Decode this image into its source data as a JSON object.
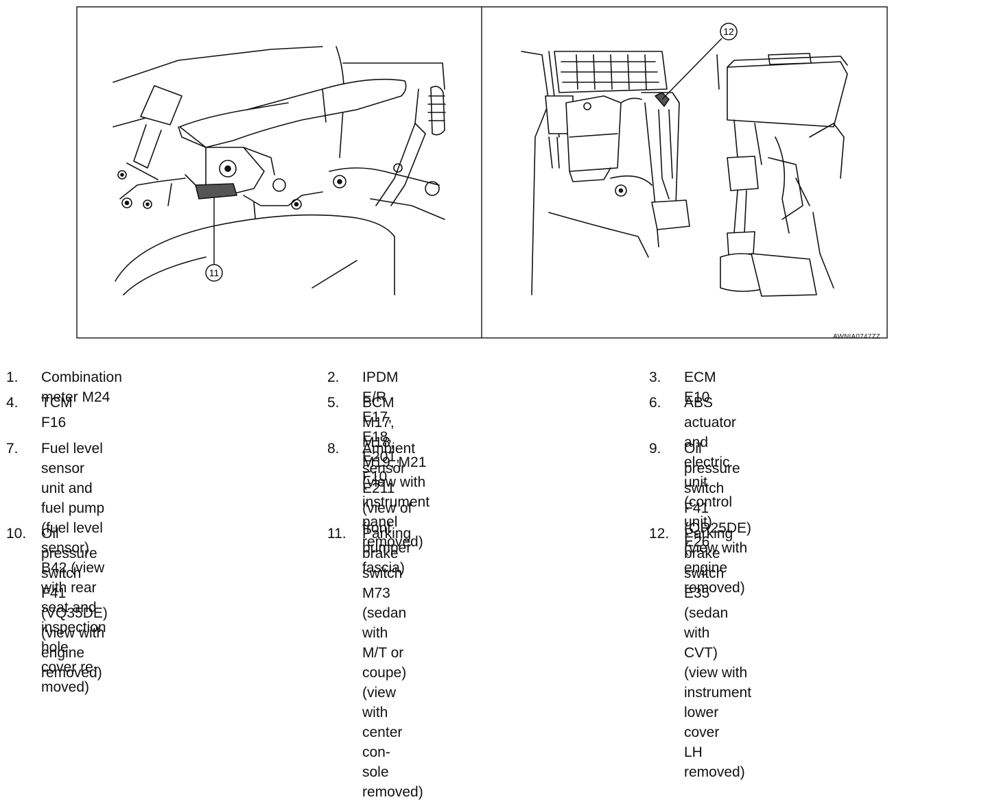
{
  "figure": {
    "reference_code": "AWNIA0747ZZ",
    "callouts": [
      "11",
      "12"
    ]
  },
  "legend": [
    {
      "num": "1.",
      "text": "Combination meter M24"
    },
    {
      "num": "2.",
      "text": "IPDM E/R E17, E18, E201, F10"
    },
    {
      "num": "3.",
      "text": "ECM E10"
    },
    {
      "num": "4.",
      "text": "TCM F16"
    },
    {
      "num": "5.",
      "text": "BCM M17, M18, M19, M21 (view with\ninstrument panel removed)"
    },
    {
      "num": "6.",
      "text": "ABS actuator and electric unit (control\nunit) E26"
    },
    {
      "num": "7.",
      "text": "Fuel level sensor unit and fuel pump\n(fuel level sensor) B42 (view with rear\nseat and inspection hole cover re-\nmoved)"
    },
    {
      "num": "8.",
      "text": "Ambient sensor E211 (view of front\nbumper fascia)"
    },
    {
      "num": "9.",
      "text": "Oil pressure switch F41 (QR25DE)\n(view with engine removed)"
    },
    {
      "num": "10.",
      "text": "Oil pressure switch F41 (VQ35DE)\n(view with engine removed)"
    },
    {
      "num": "11.",
      "text": "Parking brake switch M73 (sedan with\nM/T or coupe) (view with center con-\nsole removed)"
    },
    {
      "num": "12.",
      "text": "Parking brake switch E35 (sedan with\nCVT) (view with instrument lower cover\nLH removed)"
    }
  ]
}
